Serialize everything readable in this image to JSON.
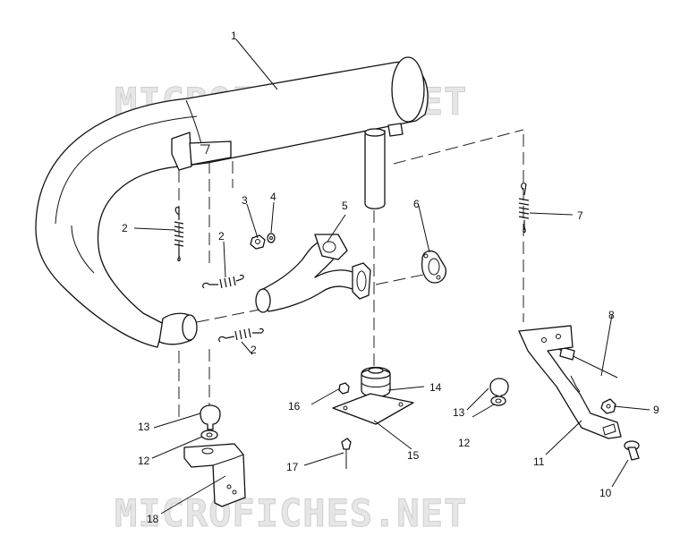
{
  "watermark": "MICROFICHES.NET",
  "callouts": {
    "c1": "1",
    "c2a": "2",
    "c2b": "2",
    "c2c": "2",
    "c3": "3",
    "c4": "4",
    "c5": "5",
    "c6": "6",
    "c7": "7",
    "c8": "8",
    "c9": "9",
    "c10": "10",
    "c11": "11",
    "c12a": "12",
    "c12b": "12",
    "c13a": "13",
    "c13b": "13",
    "c14": "14",
    "c15": "15",
    "c16": "16",
    "c17": "17",
    "c18": "18"
  }
}
